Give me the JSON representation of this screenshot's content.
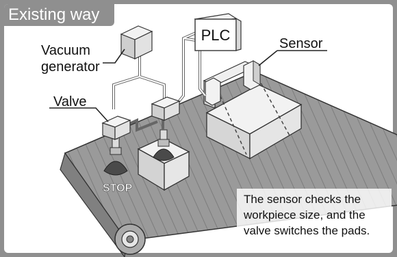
{
  "header": {
    "title": "Existing way"
  },
  "labels": {
    "plc": "PLC",
    "vacuum_generator_line1": "Vacuum",
    "vacuum_generator_line2": "generator",
    "sensor": "Sensor",
    "valve": "Valve",
    "stop": "STOP"
  },
  "caption": {
    "line1": "The sensor checks the",
    "line2": "workpiece size, and the",
    "line3": "valve switches the pads."
  },
  "colors": {
    "frame": "#8f8f8f",
    "panel": "#ffffff",
    "belt": "#8c8c8c",
    "pad": "#4a4a4a"
  }
}
